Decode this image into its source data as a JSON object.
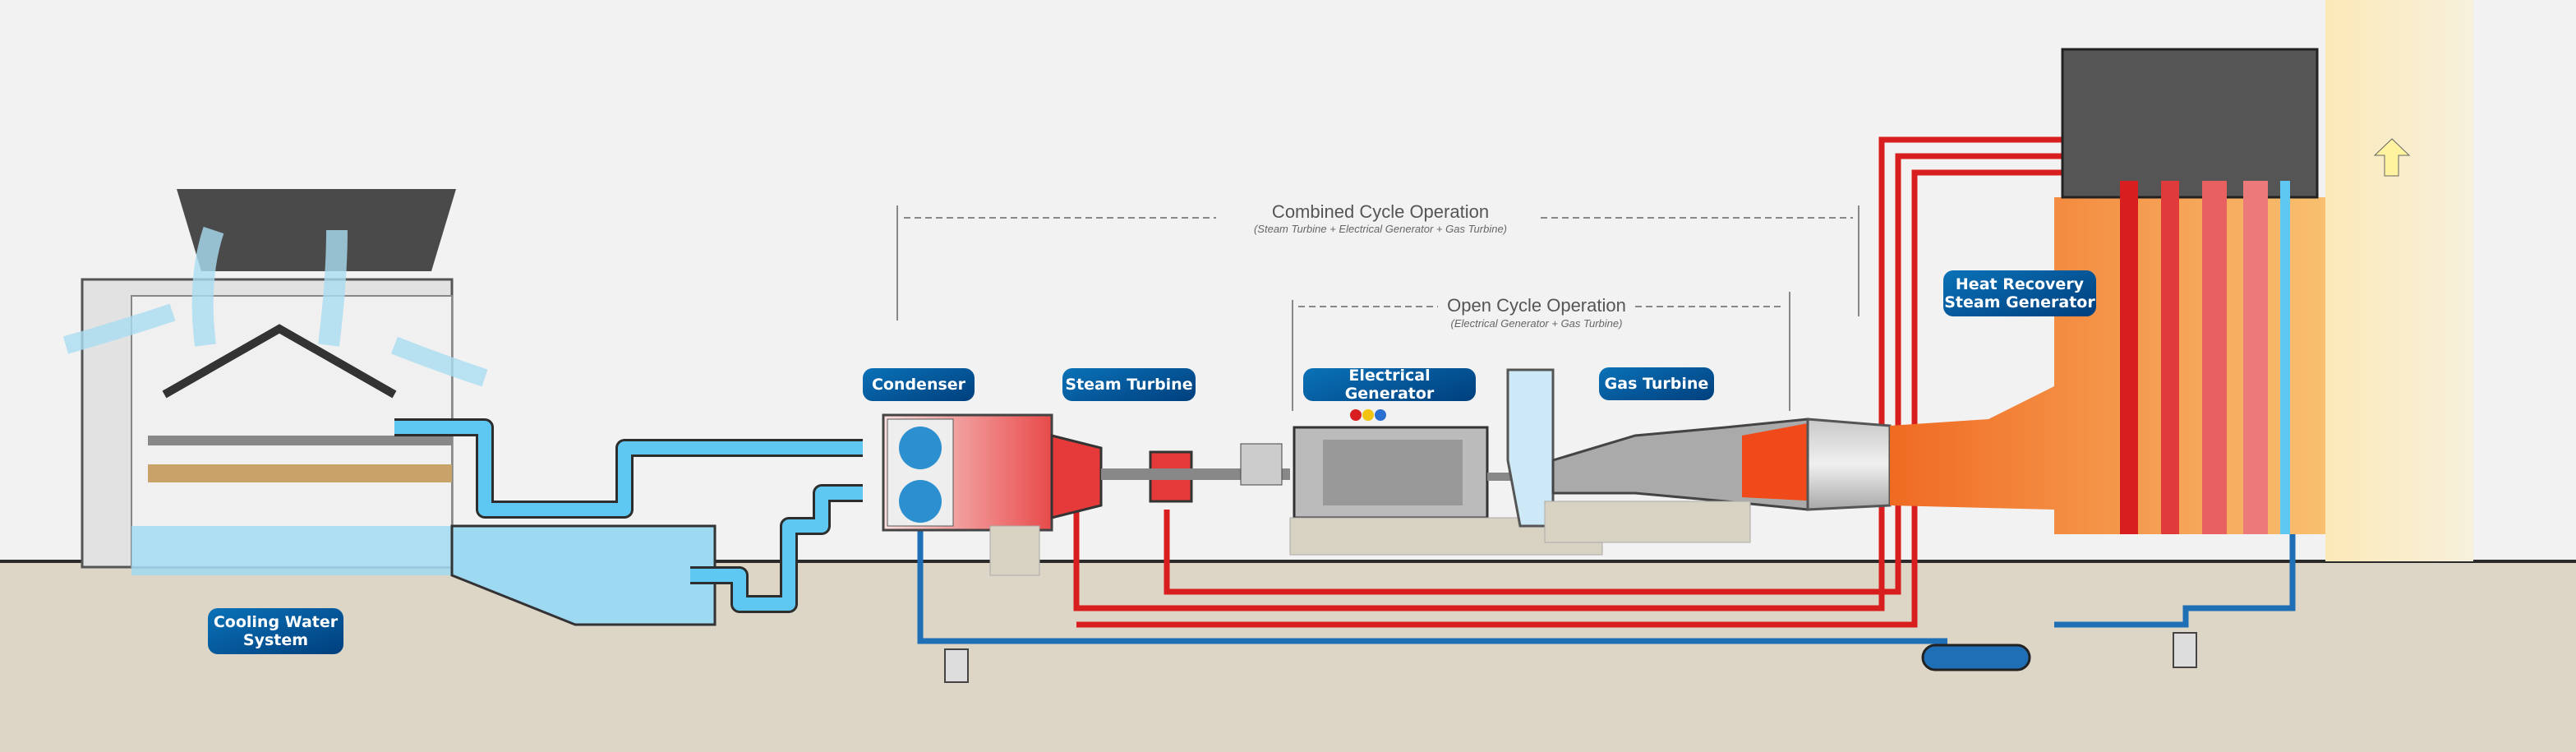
{
  "operations": {
    "combined": {
      "title": "Combined Cycle Operation",
      "subtitle": "(Steam Turbine + Electrical Generator + Gas Turbine)"
    },
    "open": {
      "title": "Open Cycle Operation",
      "subtitle": "(Electrical Generator + Gas Turbine)"
    }
  },
  "labels": {
    "cooling": "Cooling Water System",
    "condenser": "Condenser",
    "steam_turbine": "Steam Turbine",
    "generator": "Electrical Generator",
    "gas_turbine": "Gas Turbine",
    "hrsg": "Heat Recovery Steam Generator"
  },
  "colors": {
    "label_bg": "#0a5fa3",
    "water": "#4fc3f0",
    "steam": "#d81e1e",
    "exhaust": "#f07a2a",
    "ground": "#ddd6c6",
    "sky": "#f2f2f2"
  }
}
